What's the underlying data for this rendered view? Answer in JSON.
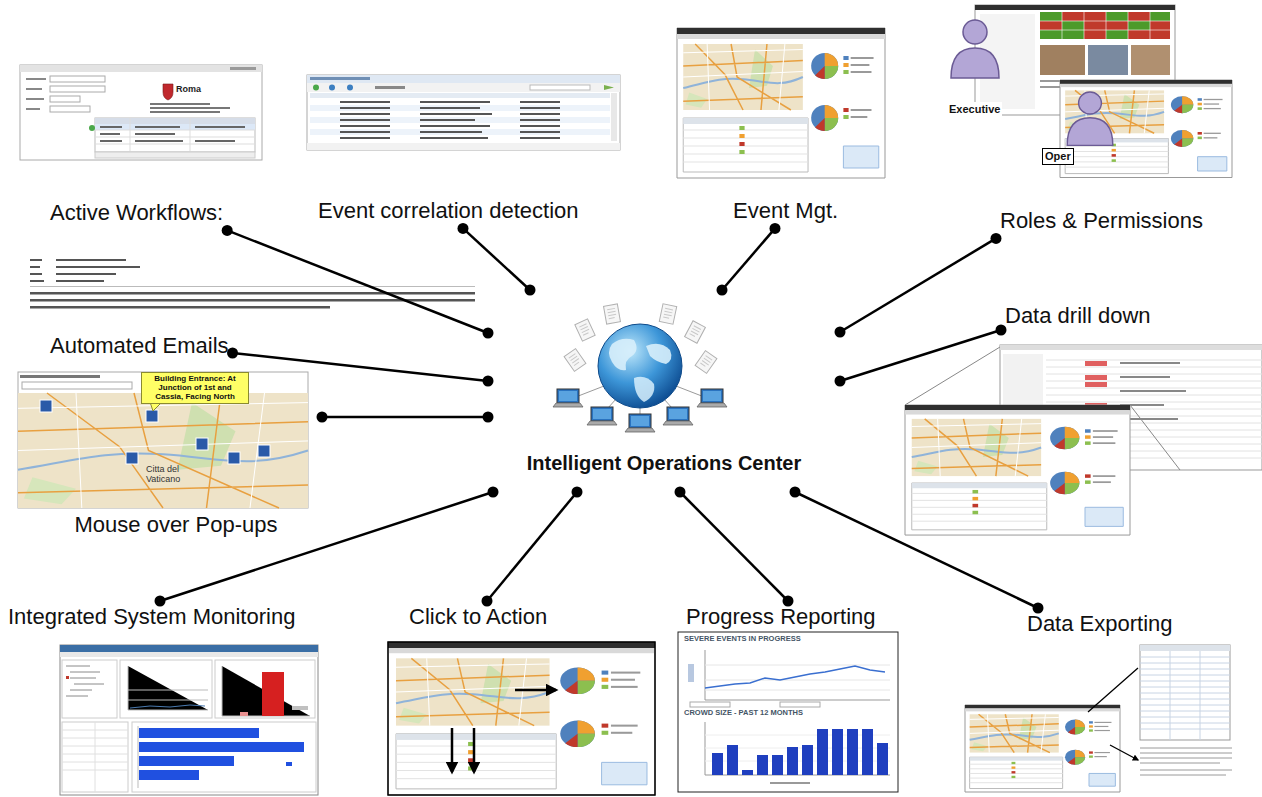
{
  "diagram": {
    "nodes": [
      {
        "text": [
          "Active Workflows:"
        ]
      },
      {
        "text": [
          "Event correlation detection"
        ]
      },
      {
        "text": [
          "Event Mgt."
        ]
      },
      {
        "text": [
          "Roles & Permissions"
        ]
      },
      {
        "text": [
          "Data drill down"
        ]
      },
      {
        "text": [
          "Automated Emails"
        ]
      },
      {
        "text": [
          "Intelligent Operations Center"
        ]
      },
      {
        "text": [
          "Mouse over Pop-ups"
        ]
      },
      {
        "text": [
          "Integrated System Monitoring"
        ]
      },
      {
        "text": [
          "Click to Action"
        ]
      },
      {
        "text": [
          "Progress Reporting"
        ]
      },
      {
        "text": [
          "Data Exporting"
        ]
      }
    ],
    "edges": [
      {
        "from": 6,
        "to": 0,
        "arrow": "none"
      },
      {
        "from": 6,
        "to": 1,
        "arrow": "none"
      },
      {
        "from": 6,
        "to": 2,
        "arrow": "none"
      },
      {
        "from": 6,
        "to": 3,
        "arrow": "none"
      },
      {
        "from": 6,
        "to": 4,
        "arrow": "none"
      },
      {
        "from": 6,
        "to": 5,
        "arrow": "none"
      },
      {
        "from": 6,
        "to": 7,
        "arrow": "none"
      },
      {
        "from": 6,
        "to": 8,
        "arrow": "none"
      },
      {
        "from": 6,
        "to": 9,
        "arrow": "none"
      },
      {
        "from": 6,
        "to": 10,
        "arrow": "none"
      },
      {
        "from": 6,
        "to": 11,
        "arrow": "none"
      }
    ],
    "labels": [
      "Roma",
      "Executive",
      "Oper",
      "Building Entrance: At Junction of 1st and Cassia, Facing North",
      "Citta del Vaticano",
      "SEVERE EVENTS IN PROGRESS",
      "CROWD SIZE - PAST 12 MONTHS"
    ]
  }
}
